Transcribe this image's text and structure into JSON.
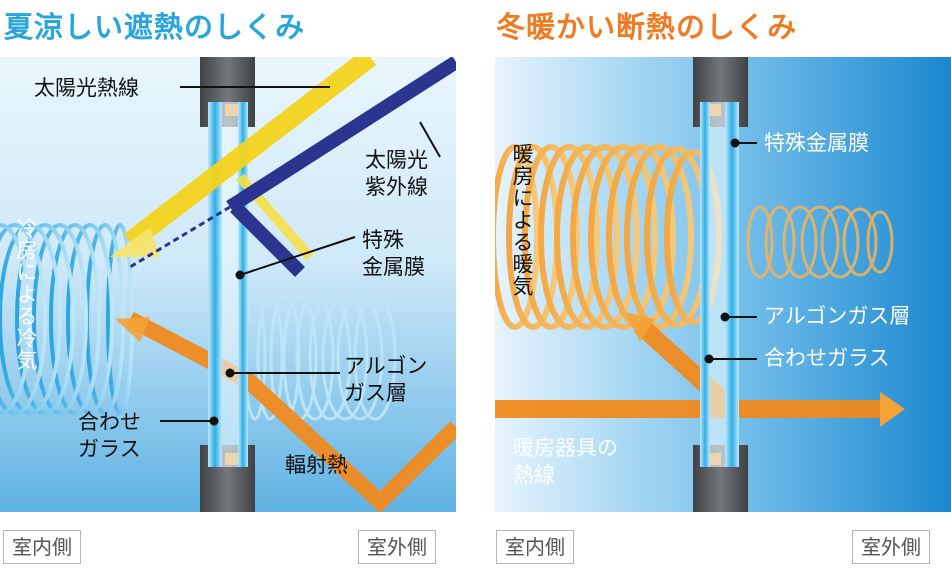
{
  "cooling": {
    "title": "夏涼しい遮熱のしくみ",
    "labels": {
      "solar_heat": "太陽光熱線",
      "uv": "太陽光\n紫外線",
      "membrane": "特殊\n金属膜",
      "argon": "アルゴン\nガス層",
      "laminated": "合わせ\nガラス",
      "radiant": "輻射熱",
      "cool_air": "冷房による冷気"
    },
    "inside_tag": "室内側",
    "outside_tag": "室外側"
  },
  "heating": {
    "title": "冬暖かい断熱のしくみ",
    "labels": {
      "warm_air": "暖房による暖気",
      "membrane": "特殊金属膜",
      "argon": "アルゴンガス層",
      "laminated": "合わせガラス",
      "heater_rays": "暖房器具の\n熱線"
    },
    "inside_tag": "室内側",
    "outside_tag": "室外側"
  },
  "colors": {
    "cooling_title": "#2aa5dc",
    "heating_title": "#ef7c24",
    "solar_yellow": "#f3d21c",
    "uv_navy": "#2a3590",
    "radiant_orange": "#f08a1e",
    "frame_gray": "#5a5d62"
  }
}
